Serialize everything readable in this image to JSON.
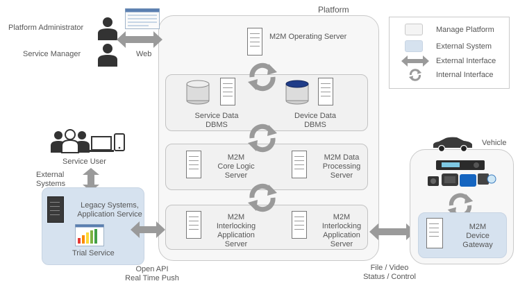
{
  "platform": {
    "title": "Platform"
  },
  "actors": {
    "admin": "Platform Administrator",
    "service_manager": "Service Manager",
    "web": "Web",
    "service_user": "Service User",
    "external_systems": "External\nSystems"
  },
  "servers": {
    "operating": "M2M Operating Server",
    "service_dbms": "Service Data\nDBMS",
    "device_dbms": "Device Data\nDBMS",
    "core_logic": "M2M\nCore Logic\nServer",
    "data_processing": "M2M Data\nProcessing\nServer",
    "interlocking_1": "M2M\nInterlocking\nApplication\nServer",
    "interlocking_2": "M2M\nInterlocking\nApplication\nServer"
  },
  "legacy": {
    "title": "Legacy Systems,\nApplication Service",
    "trial": "Trial Service"
  },
  "interfaces": {
    "open_api": "Open API\nReal Time Push",
    "file_video": "File / Video\nStatus / Control"
  },
  "vehicle": {
    "title": "Vehicle",
    "gateway": "M2M\nDevice\nGateway"
  },
  "legend": {
    "items": [
      "Manage Platform",
      "External System",
      "External Interface",
      "Internal Interface"
    ]
  },
  "colors": {
    "manage_platform": "#f4f4f4",
    "external_system": "#d6e2ef",
    "arrow": "#9a9a9a",
    "db_blue": "#1f3c88"
  }
}
